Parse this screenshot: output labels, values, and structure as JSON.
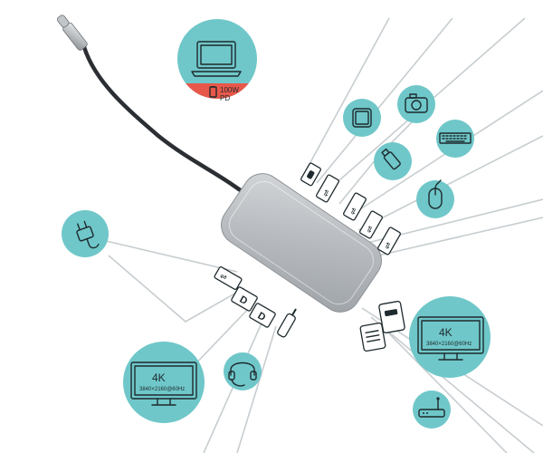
{
  "power_delivery": {
    "wattage": "100W",
    "unit": "PD"
  },
  "display_left": {
    "resolution": "4K",
    "detail": "3840×2160@60Hz"
  },
  "display_right": {
    "resolution": "4K",
    "detail": "3840×2160@60Hz"
  },
  "colors": {
    "accent": "#6fc7c9",
    "power_band": "#e8584a",
    "hub_body": "#b9bdc1",
    "cable": "#2b2f33",
    "lead_line": "#c7cdd0"
  },
  "icons": [
    "laptop-icon",
    "battery-icon",
    "tablet-icon",
    "camera-icon",
    "keyboard-icon",
    "usb-stick-icon",
    "mouse-icon",
    "power-plug-icon",
    "monitor-icon",
    "headset-icon",
    "router-icon"
  ]
}
